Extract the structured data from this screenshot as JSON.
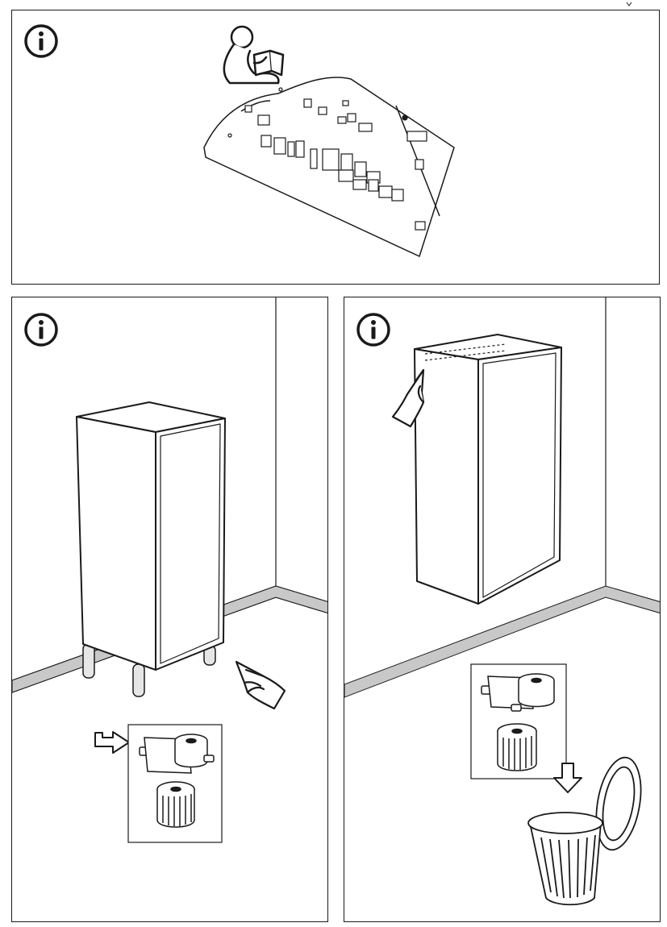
{
  "document": {
    "type": "assembly-instructions",
    "panels": [
      {
        "id": "panel-top",
        "icon": "info-icon",
        "illustration": "person-reading-instructions"
      },
      {
        "id": "panel-left",
        "icon": "info-icon",
        "illustration": "cabinet-on-legs-keep-leveling-foot"
      },
      {
        "id": "panel-right",
        "icon": "info-icon",
        "illustration": "wall-mounted-cabinet-discard-leveling-foot"
      }
    ]
  },
  "colors": {
    "line": "#1a1a1a",
    "fill": "#ffffff",
    "skirting": "#c8c8c8",
    "leg": "#e6e6e6"
  }
}
